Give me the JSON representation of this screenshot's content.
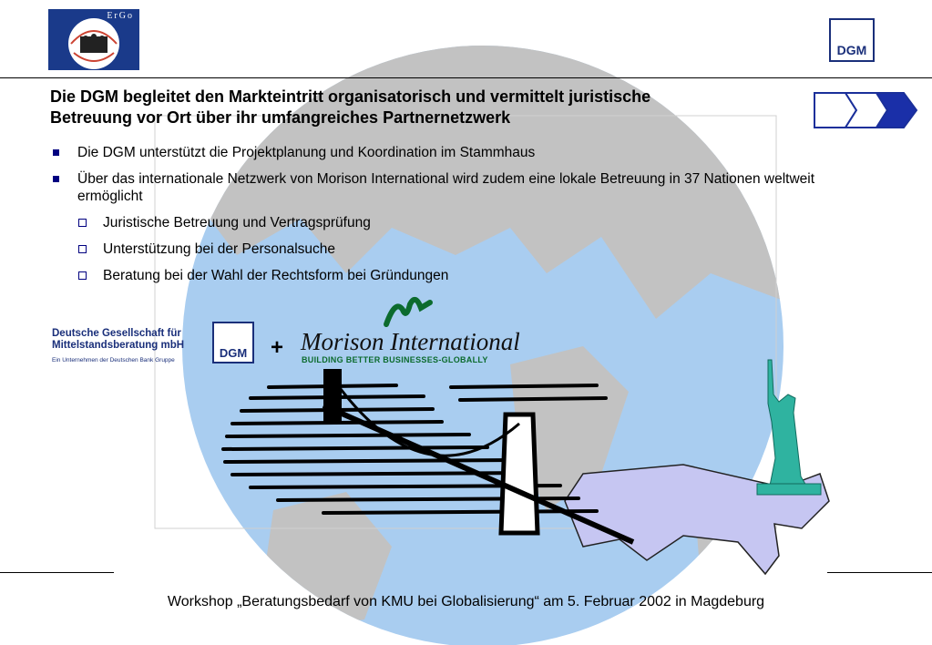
{
  "header": {
    "ergo_logo_text": "ErGo",
    "dgm_logo_text": "DGM"
  },
  "title": {
    "line1": "Die DGM begleitet den Markteintritt organisatorisch und vermittelt juristische",
    "line2": "Betreuung vor Ort über ihr umfangreiches Partnernetzwerk"
  },
  "bullets": [
    {
      "level": 1,
      "text": "Die DGM unterstützt die Projektplanung und Koordination im Stammhaus"
    },
    {
      "level": 1,
      "text": "Über das internationale Netzwerk von Morison International wird zudem eine lokale Betreuung in 37 Nationen weltweit ermöglicht"
    },
    {
      "level": 2,
      "text": "Juristische Betreuung und Vertragsprüfung"
    },
    {
      "level": 2,
      "text": "Unterstützung bei der Personalsuche"
    },
    {
      "level": 2,
      "text": "Beratung bei der Wahl der Rechtsform bei Gründungen"
    }
  ],
  "partners": {
    "dgm_name_line1": "Deutsche Gesellschaft für",
    "dgm_name_line2": "Mittelstandsberatung mbH",
    "dgm_subline": "Ein Unternehmen der Deutschen Bank Gruppe",
    "dgm_box_text": "DGM",
    "plus": "+",
    "morison_name": "Morison International",
    "morison_tagline": "BUILDING BETTER BUSINESSES-GLOBALLY"
  },
  "footer": {
    "text": "Workshop „Beratungsbedarf von KMU bei Globalisierung“ am 5. Februar 2002 in Magdeburg"
  },
  "colors": {
    "globe_ocean": "#a9cdf0",
    "globe_land": "#c2c2c2",
    "usa_map": "#c6c6f2",
    "statue": "#2fb3a0",
    "brand_navy": "#1a2f7a",
    "morison_green": "#0c6b2e"
  }
}
